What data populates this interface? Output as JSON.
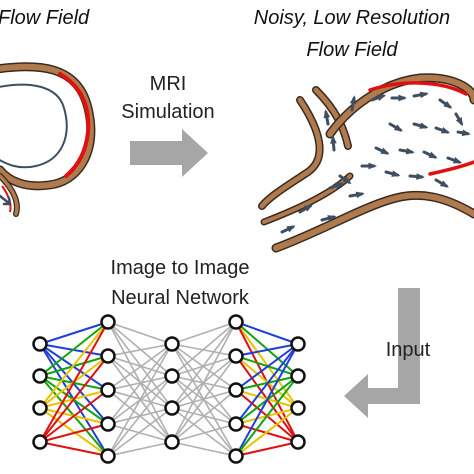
{
  "panels": {
    "ground_truth_title": "Flow Field",
    "noisy_title_line1": "Noisy, Low Resolution",
    "noisy_title_line2": "Flow Field"
  },
  "steps": {
    "mri_line1": "MRI",
    "mri_line2": "Simulation",
    "nn_line1": "Image to Image",
    "nn_line2": "Neural Network",
    "input_label": "Input"
  },
  "colors": {
    "vessel_wall": "#b07a4f",
    "vessel_outline": "#3a2a1e",
    "vessel_highlight": "#e01010",
    "flow_arrow": "#3f4f62",
    "process_arrow": "#a6a6a6",
    "nn_node": "#111111",
    "nn_edge_gray": "#b0b0b0",
    "nn_edge_palette": [
      "#1f3fd6",
      "#10a510",
      "#e8c400",
      "#e01010",
      "#12b8d0",
      "#1f6ff0"
    ]
  }
}
